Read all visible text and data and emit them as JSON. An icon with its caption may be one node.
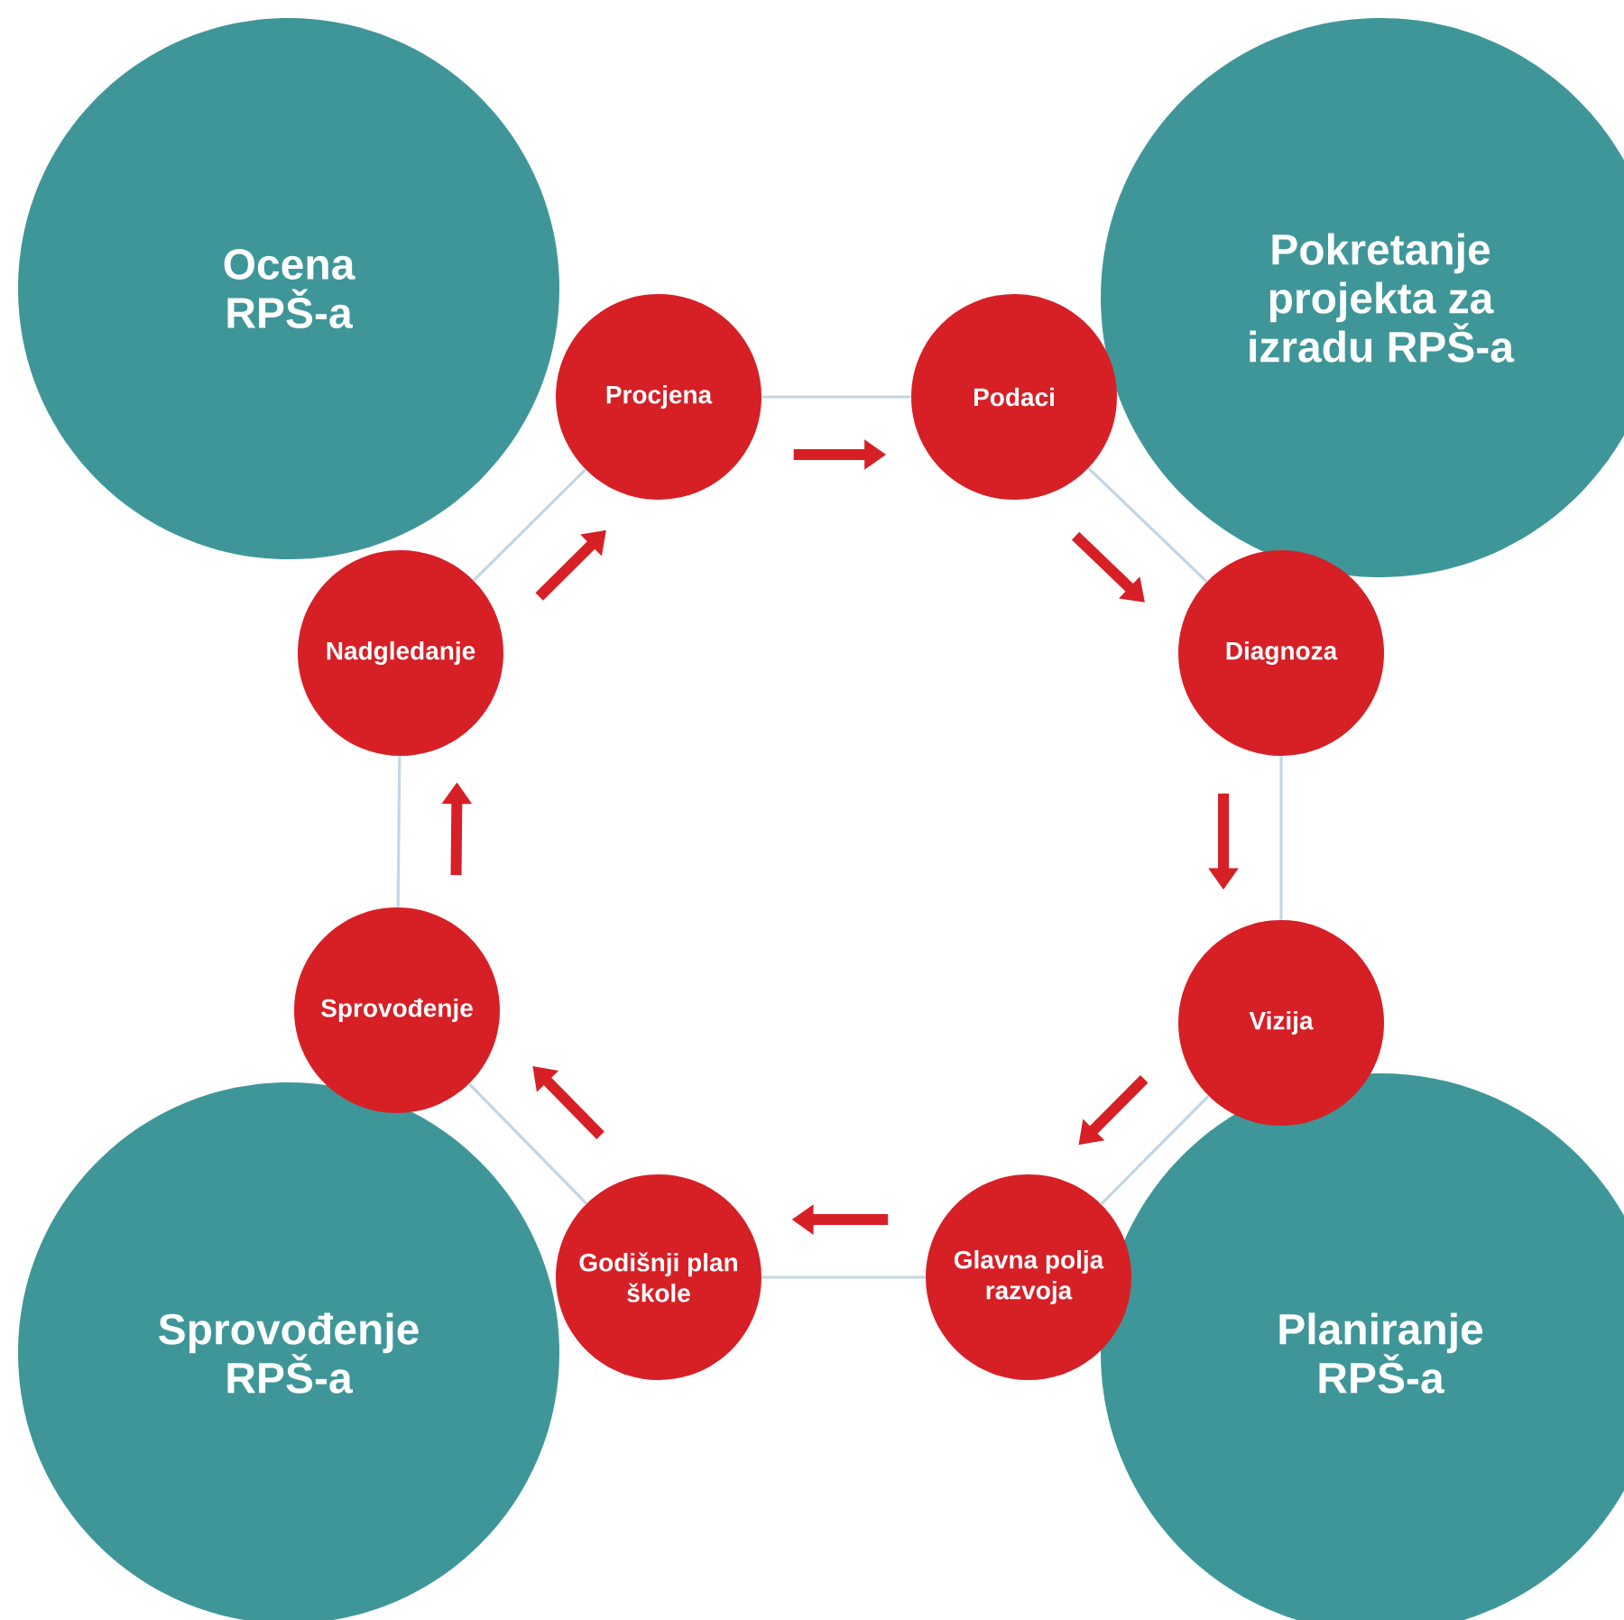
{
  "diagram": {
    "nodes": [
      {
        "text": [
          "Ocena RPŠ-a"
        ]
      },
      {
        "text": [
          "Pokretanje projekta za izradu RPŠ-a"
        ]
      },
      {
        "text": [
          "Sprovođenje RPŠ-a"
        ]
      },
      {
        "text": [
          "Planiranje RPŠ-a"
        ]
      },
      {
        "text": [
          "Procjena"
        ]
      },
      {
        "text": [
          "Podaci"
        ]
      },
      {
        "text": [
          "Diagnoza"
        ]
      },
      {
        "text": [
          "Vizija"
        ]
      },
      {
        "text": [
          "Glavna polja razvoja"
        ]
      },
      {
        "text": [
          "Godišnji plan škole"
        ]
      },
      {
        "text": [
          "Sprovođenje"
        ]
      },
      {
        "text": [
          "Nadgledanje"
        ]
      }
    ],
    "edges": [
      {
        "from": 4,
        "to": 5,
        "arrow": "none",
        "color": "#c3d6e4"
      },
      {
        "from": 5,
        "to": 6,
        "arrow": "none",
        "color": "#c3d6e4"
      },
      {
        "from": 6,
        "to": 7,
        "arrow": "none",
        "color": "#c3d6e4"
      },
      {
        "from": 7,
        "to": 8,
        "arrow": "none",
        "color": "#c3d6e4"
      },
      {
        "from": 8,
        "to": 9,
        "arrow": "none",
        "color": "#c3d6e4"
      },
      {
        "from": 9,
        "to": 10,
        "arrow": "none",
        "color": "#c3d6e4"
      },
      {
        "from": 10,
        "to": 11,
        "arrow": "none",
        "color": "#c3d6e4"
      },
      {
        "from": 11,
        "to": 4,
        "arrow": "none",
        "color": "#c3d6e4"
      },
      {
        "from": 4,
        "to": 5,
        "arrow": "to",
        "style": "thick",
        "color": "#d71f26"
      },
      {
        "from": 5,
        "to": 6,
        "arrow": "to",
        "style": "thick",
        "color": "#d71f26"
      },
      {
        "from": 6,
        "to": 7,
        "arrow": "to",
        "style": "thick",
        "color": "#d71f26"
      },
      {
        "from": 7,
        "to": 8,
        "arrow": "to",
        "style": "thick",
        "color": "#d71f26"
      },
      {
        "from": 8,
        "to": 9,
        "arrow": "to",
        "style": "thick",
        "color": "#d71f26"
      },
      {
        "from": 9,
        "to": 10,
        "arrow": "to",
        "style": "thick",
        "color": "#d71f26"
      },
      {
        "from": 10,
        "to": 11,
        "arrow": "to",
        "style": "thick",
        "color": "#d71f26"
      },
      {
        "from": 11,
        "to": 4,
        "arrow": "to",
        "style": "thick",
        "color": "#d71f26"
      }
    ]
  }
}
